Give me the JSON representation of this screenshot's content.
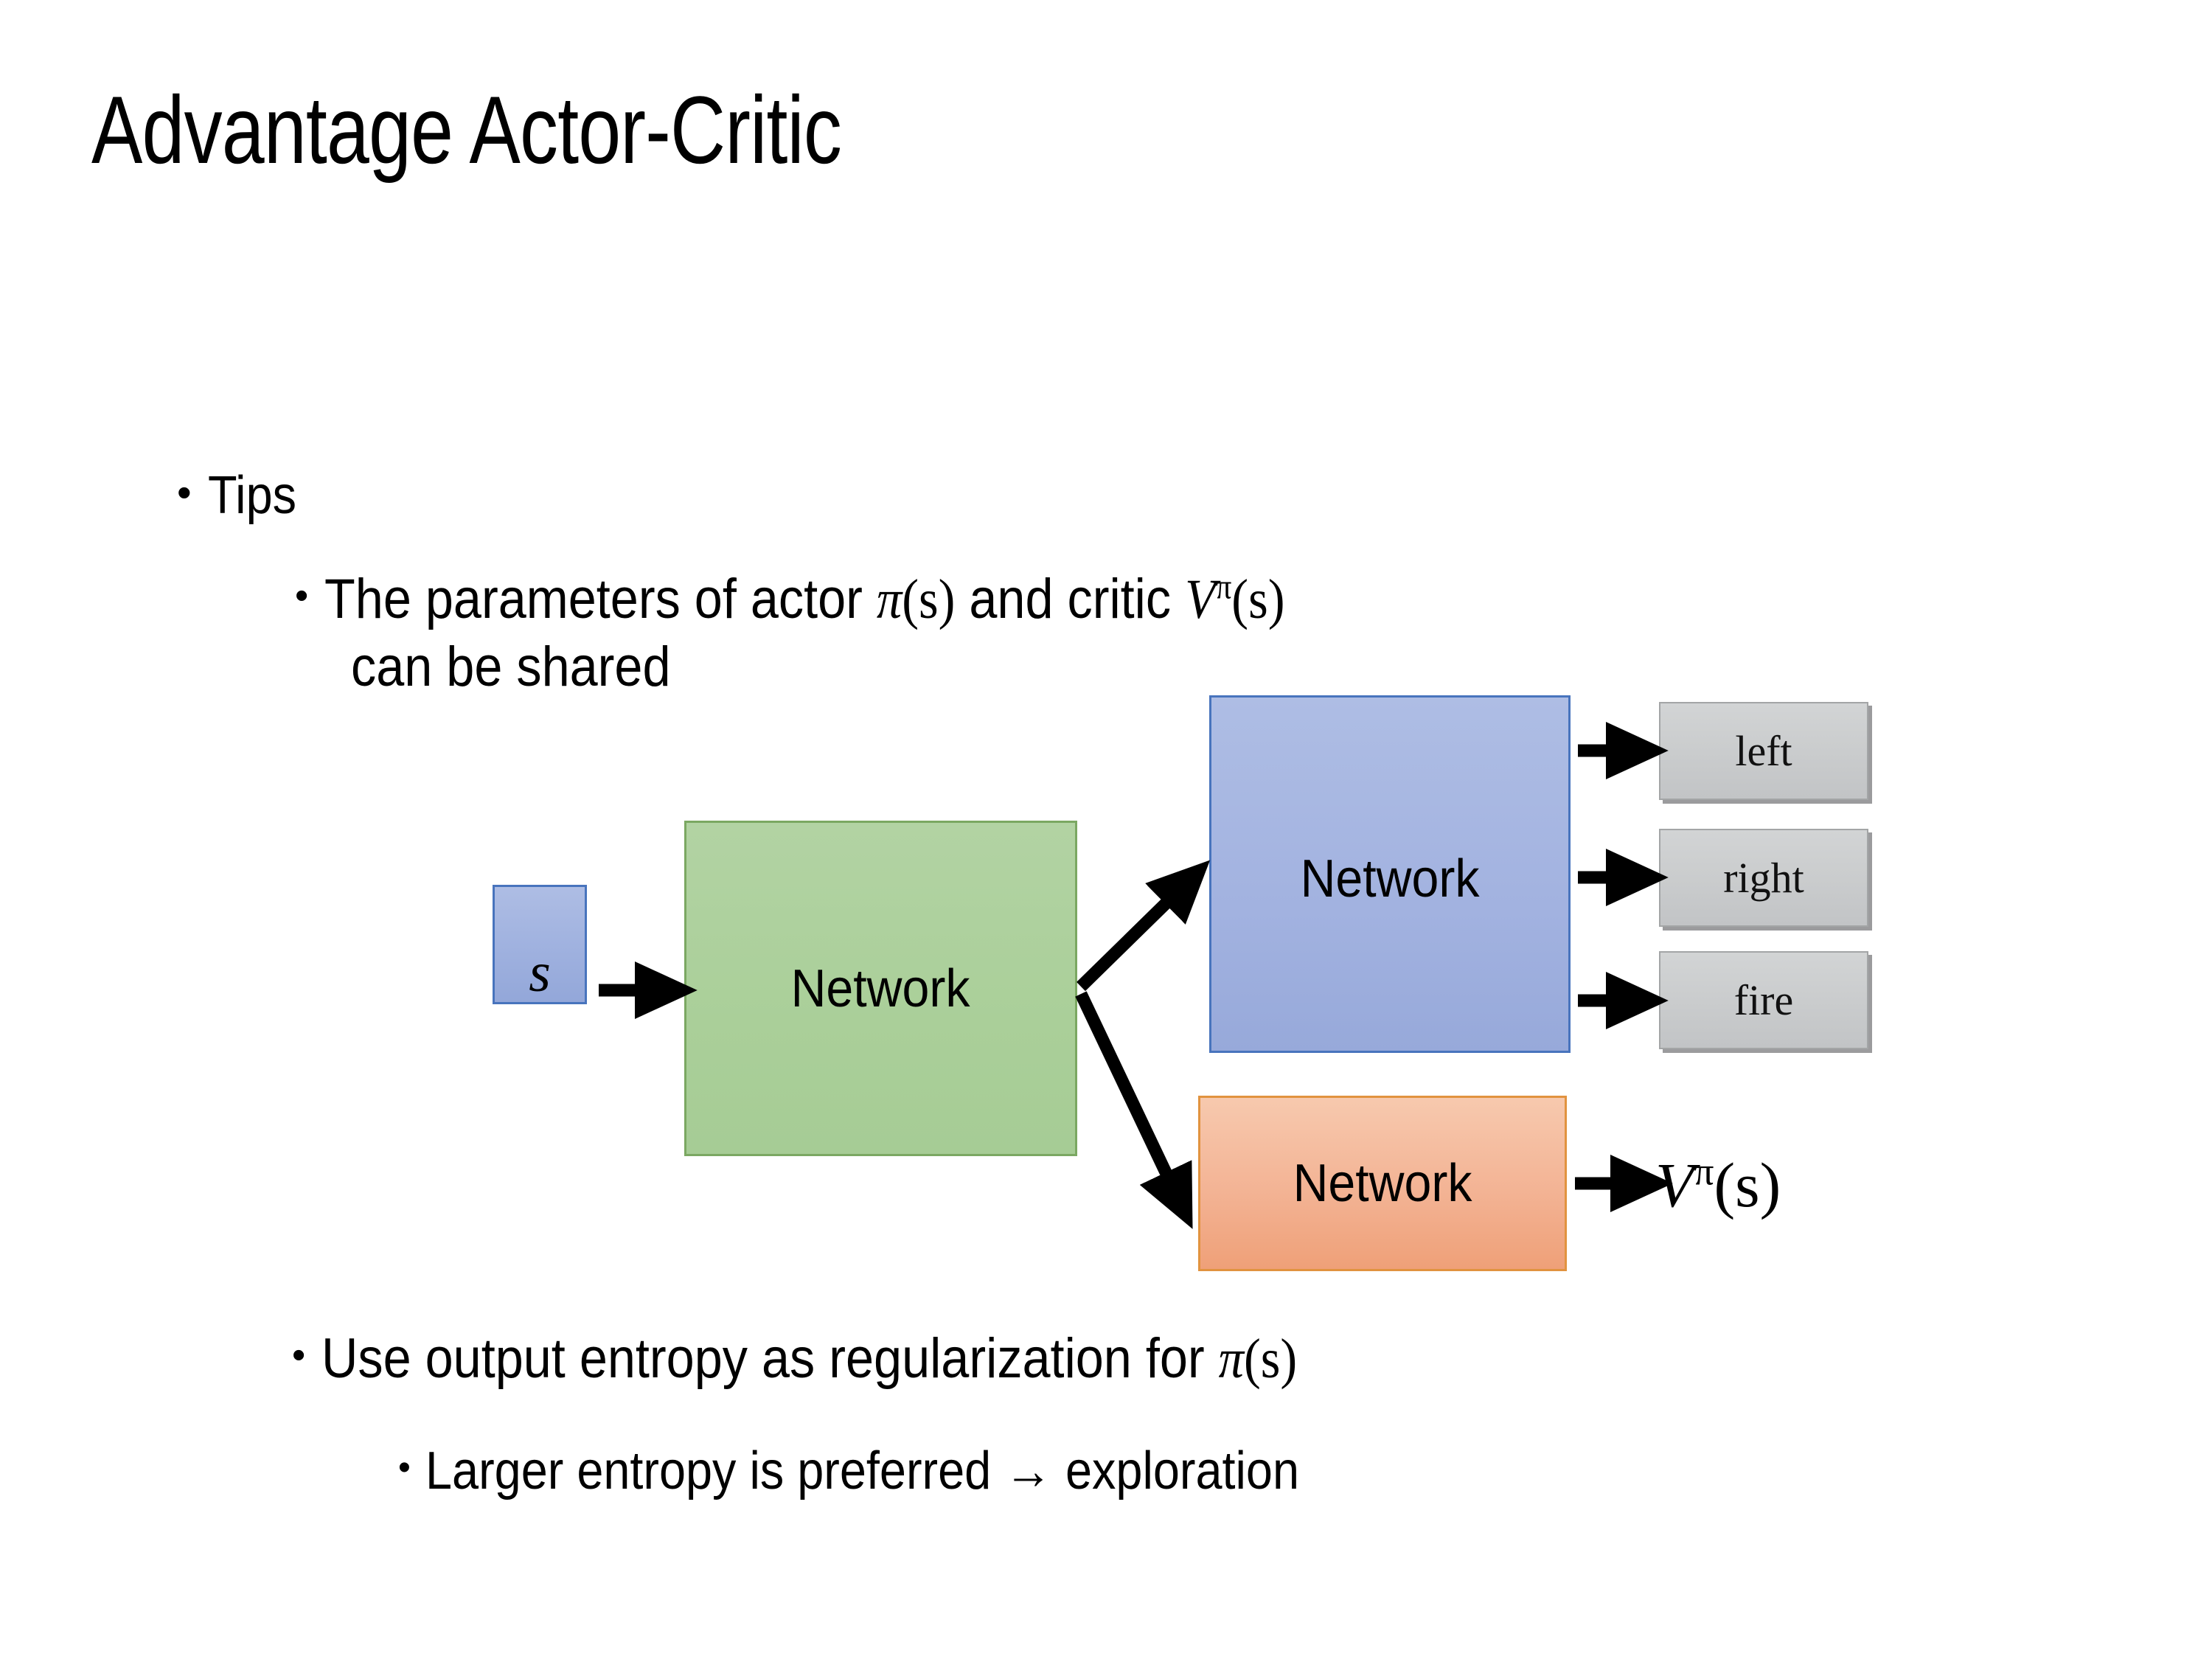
{
  "slide": {
    "title": "Advantage Actor-Critic",
    "background_color": "#ffffff"
  },
  "bullets": [
    {
      "level": 1,
      "marker": "•",
      "text": "Tips"
    },
    {
      "level": 2,
      "marker": "•",
      "line1_pre": "The parameters of actor ",
      "line1_math1_base": "π",
      "line1_math1_args": "(s)",
      "line1_mid": "  and critic ",
      "line1_math2_base": "V",
      "line1_math2_sup": "π",
      "line1_math2_args": "(s)",
      "line2": "can be shared"
    },
    {
      "level": 2,
      "marker": "•",
      "text_pre": "Use output entropy as regularization for ",
      "math_base": "π",
      "math_args": "(s)"
    },
    {
      "level": 3,
      "marker": "•",
      "text": "Larger entropy is preferred → exploration"
    }
  ],
  "diagram": {
    "input_box": {
      "label": "s",
      "fill": "#a2b2e0",
      "border": "#4874bd"
    },
    "shared_network": {
      "label": "Network",
      "fill": "#aacf99",
      "border": "#7ba862"
    },
    "actor_network": {
      "label": "Network",
      "fill": "#a2b2e0",
      "border": "#4874bd"
    },
    "critic_network": {
      "label": "Network",
      "fill": "#f3b394",
      "border": "#e1933f"
    },
    "action_outputs": [
      {
        "label": "left",
        "fill": "#cbcdce",
        "border": "#a3a5a6"
      },
      {
        "label": "right",
        "fill": "#cbcdce",
        "border": "#a3a5a6"
      },
      {
        "label": "fire",
        "fill": "#cbcdce",
        "border": "#a3a5a6"
      }
    ],
    "critic_output": {
      "base": "V",
      "superscript": "π",
      "args": "(s)"
    },
    "arrow_color": "#000000"
  }
}
